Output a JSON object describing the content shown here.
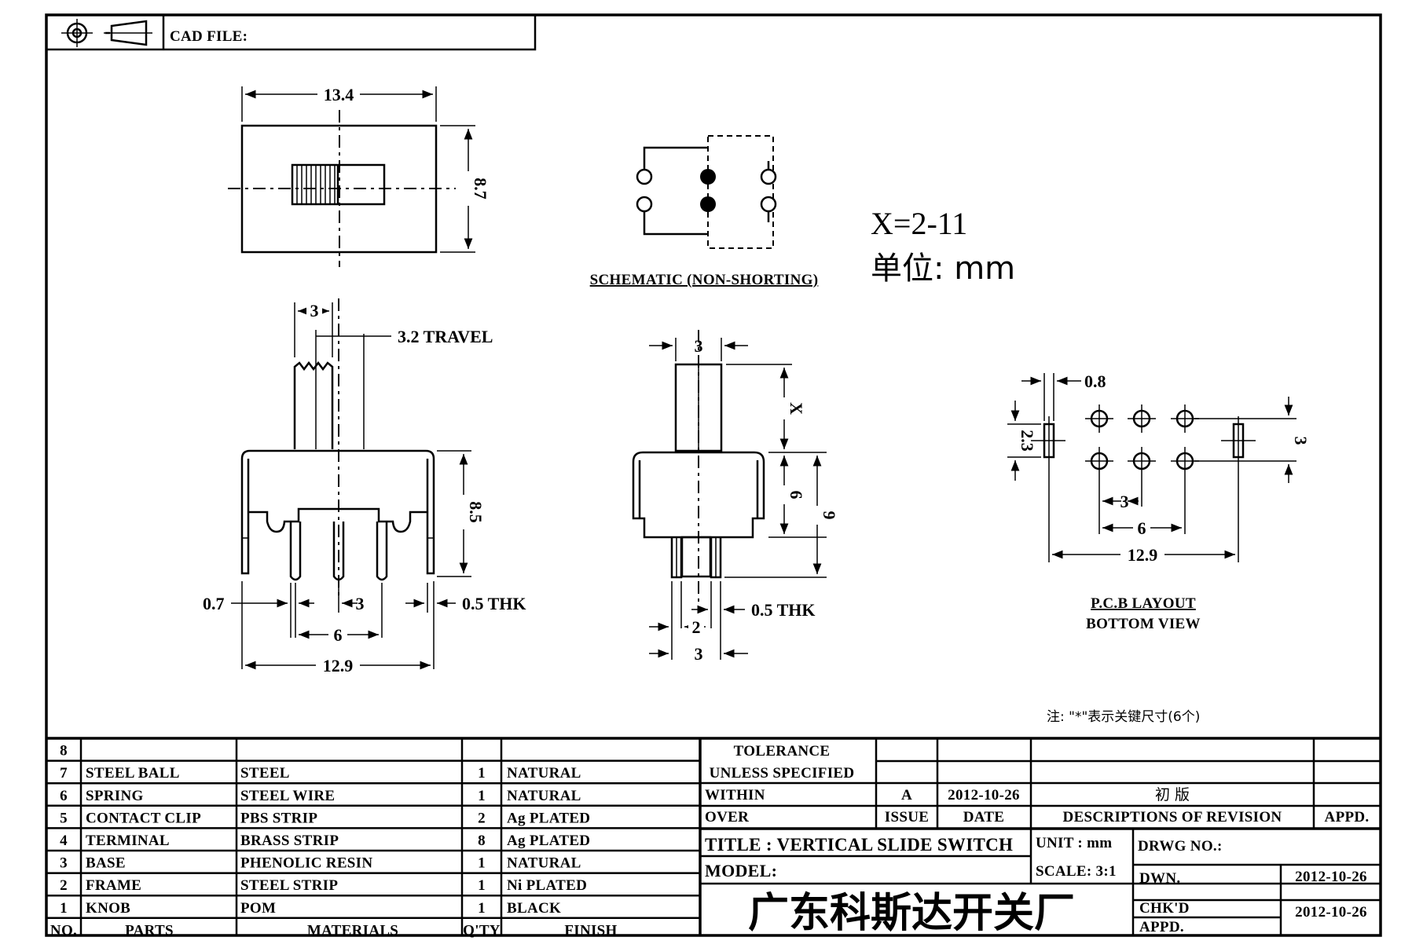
{
  "cad_file_label": "CAD FILE:",
  "dims": {
    "top_width": "13.4",
    "top_height": "8.7",
    "front_knob": "3",
    "front_travel": "3.2  TRAVEL",
    "front_height": "8.5",
    "front_pin_width": "0.7",
    "front_pitch": "3",
    "front_thk": "0.5  THK",
    "front_span": "6",
    "front_total": "12.9",
    "side_knob": "3",
    "side_x": "X",
    "side_body": "6",
    "side_total": "9",
    "side_thk": "0.5  THK",
    "side_pin": "2",
    "side_pitch": "3",
    "pcb_slot": "0.8",
    "pcb_slot_len": "2.3",
    "pcb_row": "3",
    "pcb_pitch": "3",
    "pcb_span": "6",
    "pcb_total": "12.9"
  },
  "schematic_label": "SCHEMATIC (NON-SHORTING)",
  "x_range": "X=2-11",
  "unit_label": "单位: mm",
  "pcb_label_1": "P.C.B LAYOUT",
  "pcb_label_2": "BOTTOM VIEW",
  "note": "注: \"*\"表示关键尺寸(6个)",
  "bom": {
    "rows": [
      {
        "no": "8",
        "part": "",
        "material": "",
        "qty": "",
        "finish": ""
      },
      {
        "no": "7",
        "part": "STEEL BALL",
        "material": "STEEL",
        "qty": "1",
        "finish": "NATURAL"
      },
      {
        "no": "6",
        "part": "SPRING",
        "material": "STEEL WIRE",
        "qty": "1",
        "finish": "NATURAL"
      },
      {
        "no": "5",
        "part": "CONTACT CLIP",
        "material": "PBS STRIP",
        "qty": "2",
        "finish": "Ag PLATED"
      },
      {
        "no": "4",
        "part": "TERMINAL",
        "material": "BRASS STRIP",
        "qty": "8",
        "finish": "Ag PLATED"
      },
      {
        "no": "3",
        "part": "BASE",
        "material": "PHENOLIC RESIN",
        "qty": "1",
        "finish": "NATURAL"
      },
      {
        "no": "2",
        "part": "FRAME",
        "material": "STEEL STRIP",
        "qty": "1",
        "finish": "Ni PLATED"
      },
      {
        "no": "1",
        "part": "KNOB",
        "material": "POM",
        "qty": "1",
        "finish": "BLACK"
      }
    ],
    "header": {
      "no": "NO.",
      "part": "PARTS",
      "material": "MATERIALS",
      "qty": "Q'TY",
      "finish": "FINISH"
    }
  },
  "title_block": {
    "tolerance": "TOLERANCE",
    "unless": "UNLESS  SPECIFIED",
    "within": "WITHIN",
    "over": "OVER",
    "rev_letter": "A",
    "rev_date": "2012-10-26",
    "rev_desc": "初  版",
    "issue": "ISSUE",
    "date": "DATE",
    "desc": "DESCRIPTIONS OF REVISION",
    "appd": "APPD.",
    "title": "TITLE :  VERTICAL SLIDE SWITCH",
    "unit": "UNIT :  mm",
    "drwg": "DRWG NO.:",
    "model": "MODEL:",
    "scale": "SCALE:  3:1",
    "dwn": "DWN.",
    "dwn_date": "2012-10-26",
    "chkd": "CHK'D",
    "chkd_date": "2012-10-26",
    "appd2": "APPD.",
    "company": "广东科斯达开关厂"
  }
}
